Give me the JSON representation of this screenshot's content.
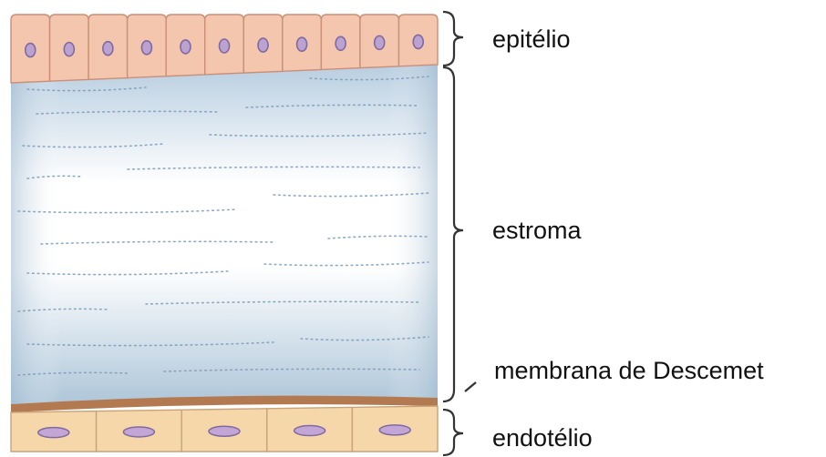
{
  "labels": {
    "epitelio": "epitélio",
    "estroma": "estroma",
    "descemet": "membrana de Descemet",
    "endotelio": "endotélio"
  },
  "colors": {
    "epithelium_fill": "#f4c6ad",
    "epithelium_border": "#c98f78",
    "nucleus_fill": "#bba2d0",
    "nucleus_border": "#7f6aa0",
    "stroma_top": "#b7cde0",
    "stroma_mid": "#ffffff",
    "stroma_bottom": "#aec6d9",
    "stroma_dots": "#7a9bb8",
    "descemet_fill": "#b37a52",
    "endothelium_fill": "#f6d7a9",
    "endothelium_border": "#c9a27a",
    "endo_nucleus_fill": "#c3a6d6",
    "bracket": "#333333"
  },
  "counts": {
    "epithelial_cells": 11,
    "endothelial_cells": 5
  }
}
